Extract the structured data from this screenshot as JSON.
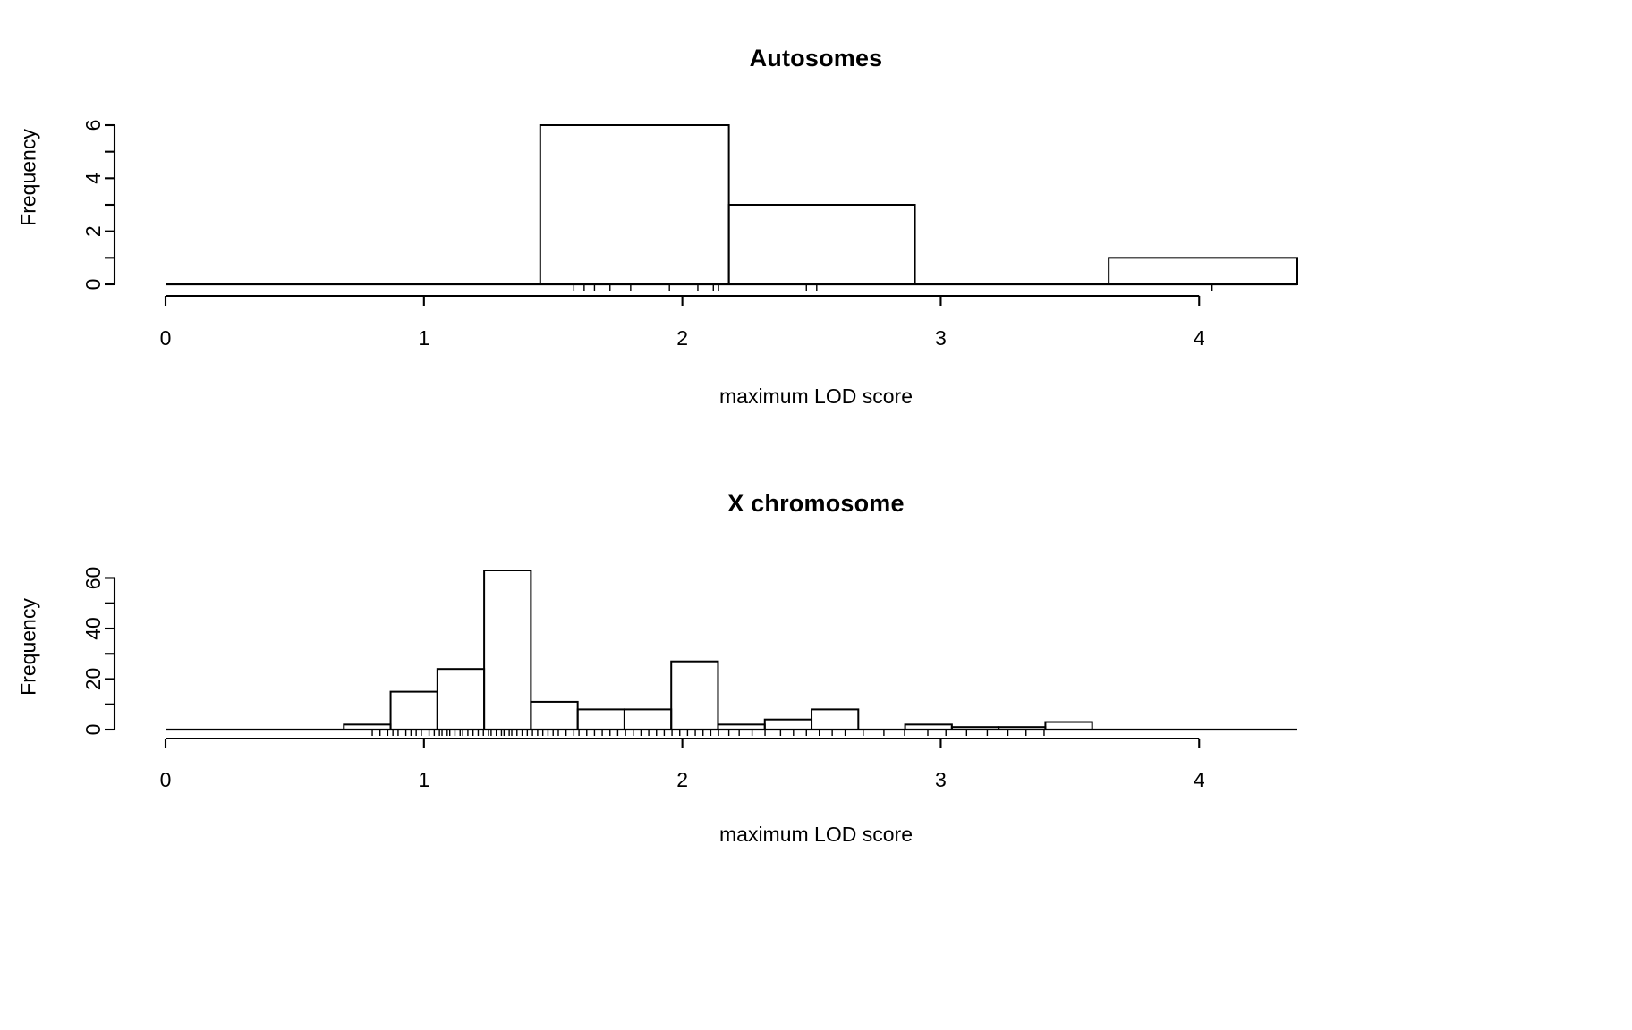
{
  "figure": {
    "background": "#ffffff",
    "foreground": "#000000",
    "panel_count": 2
  },
  "chart_data": [
    {
      "type": "bar",
      "title": "Autosomes",
      "xlabel": "maximum LOD score",
      "ylabel": "Frequency",
      "xlim": [
        0,
        4.38
      ],
      "ylim": [
        0,
        6
      ],
      "xticks": [
        0,
        1,
        2,
        3,
        4
      ],
      "xticklabels": [
        "0",
        "1",
        "2",
        "3",
        "4"
      ],
      "yticks": [
        0,
        2,
        4,
        6
      ],
      "yticklabels": [
        "0",
        "2",
        "4",
        "6"
      ],
      "yminorticks": [
        1,
        3,
        5
      ],
      "grid": false,
      "legend": null,
      "bin_edges": [
        1.45,
        2.18,
        2.9,
        3.65,
        4.38
      ],
      "bins": [
        {
          "start": 1.45,
          "end": 2.18,
          "count": 6
        },
        {
          "start": 2.18,
          "end": 2.9,
          "count": 3
        },
        {
          "start": 3.65,
          "end": 4.38,
          "count": 1
        }
      ],
      "rug": [
        1.58,
        1.62,
        1.66,
        1.72,
        1.8,
        1.95,
        2.06,
        2.12,
        2.14,
        2.48,
        2.52,
        4.05
      ]
    },
    {
      "type": "bar",
      "title": "X chromosome",
      "xlabel": "maximum LOD score",
      "ylabel": "Frequency",
      "xlim": [
        0,
        4.38
      ],
      "ylim": [
        0,
        63
      ],
      "xticks": [
        0,
        1,
        2,
        3,
        4
      ],
      "xticklabels": [
        "0",
        "1",
        "2",
        "3",
        "4"
      ],
      "yticks": [
        0,
        20,
        40,
        60
      ],
      "yticklabels": [
        "0",
        "20",
        "40",
        "60"
      ],
      "yminorticks": [
        10,
        30,
        50
      ],
      "grid": false,
      "legend": null,
      "bin_width": 0.181,
      "bins": [
        {
          "start": 0.69,
          "end": 0.871,
          "count": 2
        },
        {
          "start": 0.871,
          "end": 1.052,
          "count": 15
        },
        {
          "start": 1.052,
          "end": 1.233,
          "count": 24
        },
        {
          "start": 1.233,
          "end": 1.414,
          "count": 63
        },
        {
          "start": 1.414,
          "end": 1.595,
          "count": 11
        },
        {
          "start": 1.595,
          "end": 1.776,
          "count": 8
        },
        {
          "start": 1.776,
          "end": 1.957,
          "count": 8
        },
        {
          "start": 1.957,
          "end": 2.138,
          "count": 27
        },
        {
          "start": 2.138,
          "end": 2.319,
          "count": 2
        },
        {
          "start": 2.319,
          "end": 2.5,
          "count": 4
        },
        {
          "start": 2.5,
          "end": 2.681,
          "count": 8
        },
        {
          "start": 2.681,
          "end": 2.862,
          "count": 0
        },
        {
          "start": 2.862,
          "end": 3.043,
          "count": 2
        },
        {
          "start": 3.043,
          "end": 3.224,
          "count": 1
        },
        {
          "start": 3.224,
          "end": 3.405,
          "count": 1
        },
        {
          "start": 3.405,
          "end": 3.586,
          "count": 3
        }
      ],
      "rug": [
        0.8,
        0.83,
        0.86,
        0.88,
        0.9,
        0.93,
        0.95,
        0.97,
        0.99,
        1.02,
        1.04,
        1.06,
        1.07,
        1.09,
        1.1,
        1.12,
        1.14,
        1.15,
        1.17,
        1.19,
        1.21,
        1.23,
        1.25,
        1.26,
        1.28,
        1.3,
        1.31,
        1.33,
        1.34,
        1.36,
        1.38,
        1.4,
        1.42,
        1.44,
        1.46,
        1.48,
        1.5,
        1.52,
        1.55,
        1.58,
        1.6,
        1.63,
        1.66,
        1.69,
        1.72,
        1.75,
        1.78,
        1.81,
        1.84,
        1.87,
        1.9,
        1.93,
        1.96,
        1.99,
        2.02,
        2.05,
        2.08,
        2.11,
        2.14,
        2.18,
        2.22,
        2.27,
        2.32,
        2.38,
        2.43,
        2.48,
        2.53,
        2.58,
        2.63,
        2.7,
        2.78,
        2.86,
        2.95,
        3.02,
        3.1,
        3.18,
        3.26,
        3.33,
        3.4
      ]
    }
  ],
  "panels": [
    {
      "id": "autosomes",
      "title": "Autosomes",
      "xlabel": "maximum LOD score",
      "ylabel": "Frequency"
    },
    {
      "id": "x-chromosome",
      "title": "X chromosome",
      "xlabel": "maximum LOD score",
      "ylabel": "Frequency"
    }
  ]
}
